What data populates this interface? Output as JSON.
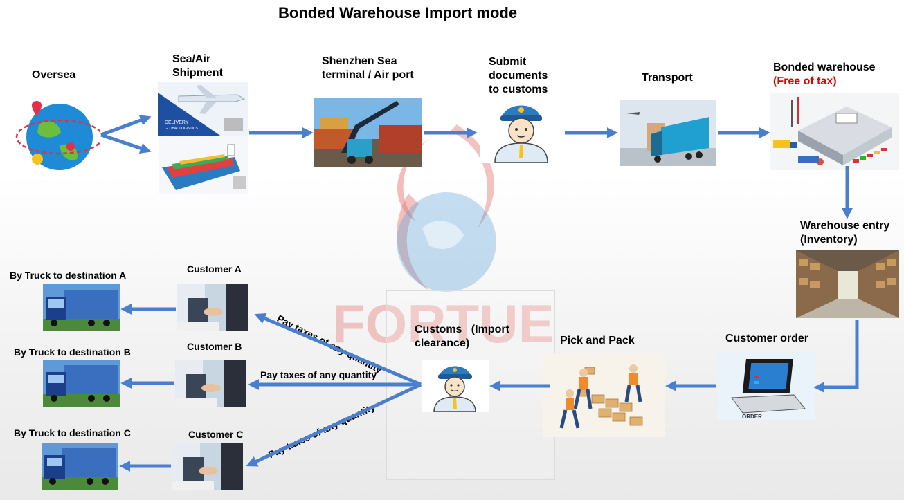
{
  "title": "Bonded Warehouse Import mode",
  "nodes": {
    "oversea": "Oversea",
    "sea_air_1": "Sea/Air",
    "sea_air_2": "Shipment",
    "terminal_1": "Shenzhen Sea",
    "terminal_2": "terminal / Air port",
    "submit_1": "Submit",
    "submit_2": "documents",
    "submit_3": "to customs",
    "transport": "Transport",
    "bonded_1": "Bonded warehouse",
    "bonded_2": "(Free of tax)",
    "entry_1": "Warehouse entry",
    "entry_2": "(Inventory)",
    "customer_order": "Customer order",
    "pick_pack": "Pick and Pack",
    "customs_1": "Customs   (Import",
    "customs_2": "clearance)",
    "customer_a": "Customer A",
    "customer_b": "Customer B",
    "customer_c": "Customer C",
    "truck_a": "By Truck to destination A",
    "truck_b": "By Truck to destination B",
    "truck_c": "By Truck to destination C"
  },
  "image_text": {
    "delivery": "DELIVERY",
    "global_logistics": "GLOBAL LOGISTICS",
    "order": "ORDER"
  },
  "edges": {
    "pay_a": "Pay taxes of any quantity",
    "pay_b": "Pay taxes of any quantity",
    "pay_c": "Pay taxes of any quantity"
  },
  "watermark": "FORTUE",
  "colors": {
    "arrow": "#4a7fd0",
    "accent_red": "#e00000",
    "watermark_red": "#e57b76",
    "watermark_blue": "#5aa0d8"
  }
}
